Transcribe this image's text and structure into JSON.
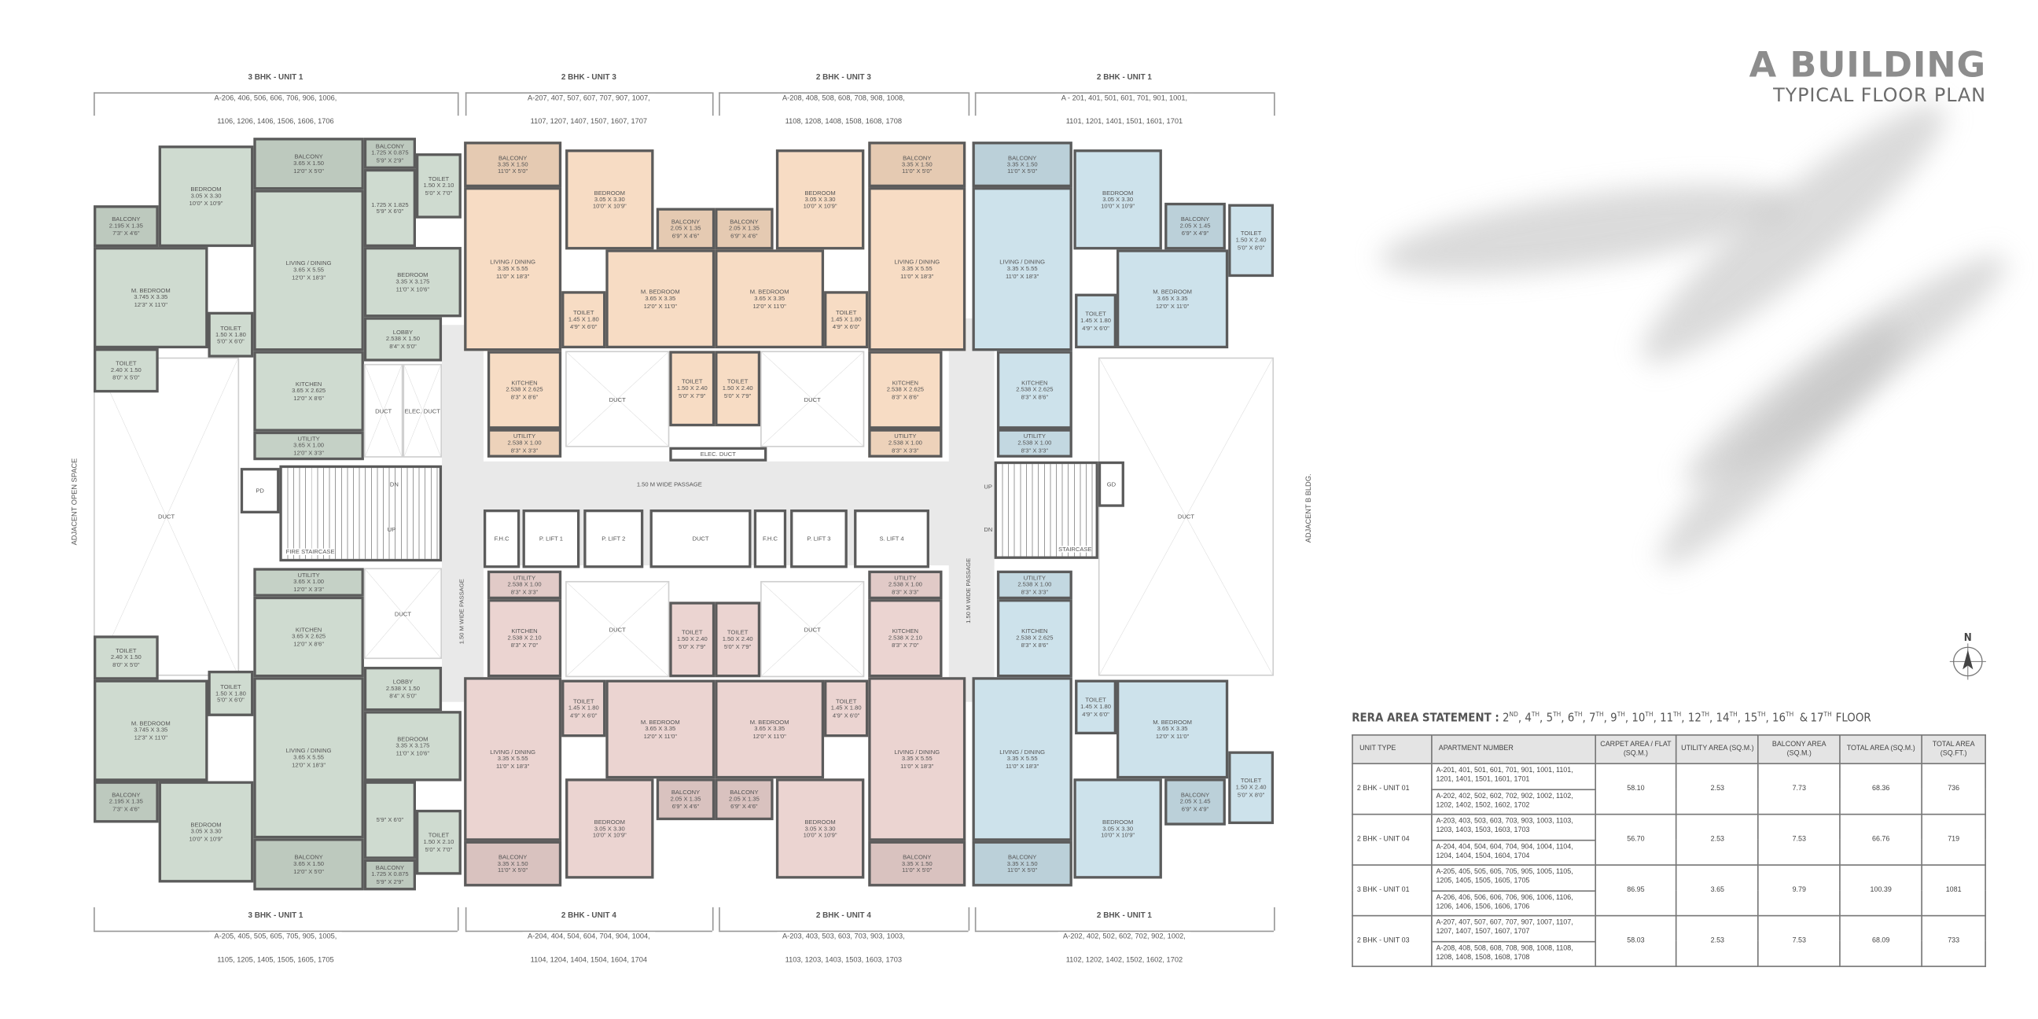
{
  "header": {
    "title": "A BUILDING",
    "subtitle": "TYPICAL FLOOR PLAN"
  },
  "colors": {
    "three_bhk_unit1": "#cfdbd0",
    "two_bhk_unit3": "#f7dcc4",
    "two_bhk_unit1": "#cde2eb",
    "two_bhk_unit4": "#ebd4d1",
    "wall": "#5b5b5b",
    "passage": "#e9e9e9"
  },
  "unit_headers": {
    "top": [
      {
        "title": "3 BHK - UNIT 1",
        "line1": "A-206, 406, 506, 606, 706, 906, 1006,",
        "line2": "1106, 1206, 1406, 1506, 1606, 1706"
      },
      {
        "title": "2 BHK - UNIT 3",
        "line1": "A-207, 407, 507, 607, 707, 907, 1007,",
        "line2": "1107, 1207, 1407, 1507, 1607, 1707"
      },
      {
        "title": "2 BHK - UNIT 3",
        "line1": "A-208, 408, 508, 608, 708, 908, 1008,",
        "line2": "1108, 1208, 1408, 1508, 1608, 1708"
      },
      {
        "title": "2 BHK - UNIT 1",
        "line1": "A - 201, 401, 501, 601, 701, 901, 1001,",
        "line2": "1101, 1201, 1401, 1501, 1601, 1701"
      }
    ],
    "bottom": [
      {
        "title": "3 BHK - UNIT 1",
        "line1": "A-205, 405, 505, 605, 705, 905, 1005,",
        "line2": "1105, 1205, 1405, 1505, 1605, 1705"
      },
      {
        "title": "2 BHK - UNIT 4",
        "line1": "A-204, 404, 504, 604, 704, 904, 1004,",
        "line2": "1104, 1204, 1404, 1504, 1604, 1704"
      },
      {
        "title": "2 BHK - UNIT 4",
        "line1": "A-203, 403, 503, 603, 703, 903, 1003,",
        "line2": "1103, 1203, 1403, 1503, 1603, 1703"
      },
      {
        "title": "2 BHK - UNIT 1",
        "line1": "A-202, 402, 502, 602, 702, 902, 1002,",
        "line2": "1102, 1202, 1402, 1502, 1602, 1702"
      }
    ]
  },
  "units": {
    "a206": [
      {
        "name": "BALCONY",
        "metric": "2.195 X 1.35",
        "imperial": "7'3\" X 4'6\""
      },
      {
        "name": "BEDROOM",
        "metric": "3.05 X 3.30",
        "imperial": "10'0\" X 10'9\""
      },
      {
        "name": "BALCONY",
        "metric": "3.65 X 1.50",
        "imperial": "12'0\" X 5'0\""
      },
      {
        "name": "BALCONY",
        "metric": "1.725 X 0.875",
        "imperial": "5'9\" X 2'9\""
      },
      {
        "name": "TOILET",
        "metric": "1.50 X 2.10",
        "imperial": "5'0\" X 7'0\""
      },
      {
        "name": "",
        "metric": "1.725 X 1.825",
        "imperial": "5'9\" X 6'0\""
      },
      {
        "name": "M. BEDROOM",
        "metric": "3.745 X 3.35",
        "imperial": "12'3\" X 11'0\""
      },
      {
        "name": "LIVING / DINING",
        "metric": "3.65 X 5.55",
        "imperial": "12'0\" X 18'3\""
      },
      {
        "name": "TOILET",
        "metric": "1.50 X 1.80",
        "imperial": "5'0\" X 6'0\""
      },
      {
        "name": "BEDROOM",
        "metric": "3.35 X 3.175",
        "imperial": "11'0\" X 10'6\""
      },
      {
        "name": "LOBBY",
        "metric": "2.538 X 1.50",
        "imperial": "8'4\" X 5'0\""
      },
      {
        "name": "TOILET",
        "metric": "2.40 X 1.50",
        "imperial": "8'0\" X 5'0\""
      },
      {
        "name": "KITCHEN",
        "metric": "3.65 X 2.625",
        "imperial": "12'0\" X 8'6\""
      },
      {
        "name": "UTILITY",
        "metric": "3.65 X 1.00",
        "imperial": "12'0\" X 3'3\""
      },
      {
        "name": "DUCT",
        "metric": "",
        "imperial": ""
      },
      {
        "name": "ELEC. DUCT",
        "metric": "",
        "imperial": ""
      }
    ],
    "a205": [
      {
        "name": "BALCONY",
        "metric": "2.195 X 1.35",
        "imperial": "7'3\" X 4'6\""
      },
      {
        "name": "BEDROOM",
        "metric": "3.05 X 3.30",
        "imperial": "10'0\" X 10'9\""
      },
      {
        "name": "BALCONY",
        "metric": "3.65 X 1.50",
        "imperial": "12'0\" X 5'0\""
      },
      {
        "name": "BALCONY",
        "metric": "1.725 X 0.875",
        "imperial": "5'9\" X 2'9\""
      },
      {
        "name": "TOILET",
        "metric": "1.50 X 2.10",
        "imperial": "5'0\" X 7'0\""
      },
      {
        "name": "",
        "metric": "",
        "imperial": "5'9\" X 6'0\""
      },
      {
        "name": "M. BEDROOM",
        "metric": "3.745 X 3.35",
        "imperial": "12'3\" X 11'0\""
      },
      {
        "name": "LIVING / DINING",
        "metric": "3.65 X 5.55",
        "imperial": "12'0\" X 18'3\""
      },
      {
        "name": "TOILET",
        "metric": "1.50 X 1.80",
        "imperial": "5'0\" X 6'0\""
      },
      {
        "name": "BEDROOM",
        "metric": "3.35 X 3.175",
        "imperial": "11'0\" X 10'6\""
      },
      {
        "name": "LOBBY",
        "metric": "2.538 X 1.50",
        "imperial": "8'4\" X 5'0\""
      },
      {
        "name": "TOILET",
        "metric": "2.40 X 1.50",
        "imperial": "8'0\" X 5'0\""
      },
      {
        "name": "KITCHEN",
        "metric": "3.65 X 2.625",
        "imperial": "12'0\" X 8'6\""
      },
      {
        "name": "UTILITY",
        "metric": "3.65 X 1.00",
        "imperial": "12'0\" X 3'3\""
      },
      {
        "name": "DUCT",
        "metric": "",
        "imperial": ""
      }
    ],
    "a207": [
      {
        "name": "BALCONY",
        "metric": "3.35 X 1.50",
        "imperial": "11'0\" X 5'0\""
      },
      {
        "name": "LIVING / DINING",
        "metric": "3.35 X 5.55",
        "imperial": "11'0\" X 18'3\""
      },
      {
        "name": "BEDROOM",
        "metric": "3.05 X 3.30",
        "imperial": "10'0\" X 10'9\""
      },
      {
        "name": "BALCONY",
        "metric": "2.05 X 1.35",
        "imperial": "6'9\" X 4'6\""
      },
      {
        "name": "M. BEDROOM",
        "metric": "3.65 X 3.35",
        "imperial": "12'0\" X 11'0\""
      },
      {
        "name": "TOILET",
        "metric": "1.45 X 1.80",
        "imperial": "4'9\" X 6'0\""
      },
      {
        "name": "KITCHEN",
        "metric": "2.538 X 2.625",
        "imperial": "8'3\" X 8'6\""
      },
      {
        "name": "UTILITY",
        "metric": "2.538 X 1.00",
        "imperial": "8'3\" X 3'3\""
      },
      {
        "name": "DUCT",
        "metric": "",
        "imperial": ""
      },
      {
        "name": "TOILET",
        "metric": "1.50 X 2.40",
        "imperial": "5'0\" X 7'9\""
      }
    ],
    "a208": [
      {
        "name": "BALCONY",
        "metric": "3.35 X 1.50",
        "imperial": "11'0\" X 5'0\""
      },
      {
        "name": "LIVING / DINING",
        "metric": "3.35 X 5.55",
        "imperial": "11'0\" X 18'3\""
      },
      {
        "name": "BEDROOM",
        "metric": "3.05 X 3.30",
        "imperial": "10'0\" X 10'9\""
      },
      {
        "name": "BALCONY",
        "metric": "2.05 X 1.35",
        "imperial": "6'9\" X 4'6\""
      },
      {
        "name": "M. BEDROOM",
        "metric": "3.65 X 3.35",
        "imperial": "12'0\" X 11'0\""
      },
      {
        "name": "TOILET",
        "metric": "1.45 X 1.80",
        "imperial": "4'9\" X 6'0\""
      },
      {
        "name": "KITCHEN",
        "metric": "2.538 X 2.625",
        "imperial": "8'3\" X 8'6\""
      },
      {
        "name": "UTILITY",
        "metric": "2.538 X 1.00",
        "imperial": "8'3\" X 3'3\""
      },
      {
        "name": "DUCT",
        "metric": "",
        "imperial": ""
      },
      {
        "name": "TOILET",
        "metric": "1.50 X 2.40",
        "imperial": "5'0\" X 7'9\""
      }
    ],
    "a204": [
      {
        "name": "BALCONY",
        "metric": "3.35 X 1.50",
        "imperial": "11'0\" X 5'0\""
      },
      {
        "name": "LIVING / DINING",
        "metric": "3.35 X 5.55",
        "imperial": "11'0\" X 18'3\""
      },
      {
        "name": "BEDROOM",
        "metric": "3.05 X 3.30",
        "imperial": "10'0\" X 10'9\""
      },
      {
        "name": "BALCONY",
        "metric": "2.05 X 1.35",
        "imperial": "6'9\" X 4'6\""
      },
      {
        "name": "M. BEDROOM",
        "metric": "3.65 X 3.35",
        "imperial": "12'0\" X 11'0\""
      },
      {
        "name": "TOILET",
        "metric": "1.45 X 1.80",
        "imperial": "4'9\" X 6'0\""
      },
      {
        "name": "KITCHEN",
        "metric": "2.538 X 2.10",
        "imperial": "8'3\" X 7'0\""
      },
      {
        "name": "UTILITY",
        "metric": "2.538 X 1.00",
        "imperial": "8'3\" X 3'3\""
      },
      {
        "name": "DUCT",
        "metric": "",
        "imperial": ""
      },
      {
        "name": "TOILET",
        "metric": "1.50 X 2.40",
        "imperial": "5'0\" X 7'9\""
      }
    ],
    "a203": [
      {
        "name": "BALCONY",
        "metric": "3.35 X 1.50",
        "imperial": "11'0\" X 5'0\""
      },
      {
        "name": "LIVING / DINING",
        "metric": "3.35 X 5.55",
        "imperial": "11'0\" X 18'3\""
      },
      {
        "name": "BEDROOM",
        "metric": "3.05 X 3.30",
        "imperial": "10'0\" X 10'9\""
      },
      {
        "name": "BALCONY",
        "metric": "2.05 X 1.35",
        "imperial": "6'9\" X 4'6\""
      },
      {
        "name": "M. BEDROOM",
        "metric": "3.65 X 3.35",
        "imperial": "12'0\" X 11'0\""
      },
      {
        "name": "TOILET",
        "metric": "1.45 X 1.80",
        "imperial": "4'9\" X 6'0\""
      },
      {
        "name": "KITCHEN",
        "metric": "2.538 X 2.10",
        "imperial": "8'3\" X 7'0\""
      },
      {
        "name": "UTILITY",
        "metric": "2.538 X 1.00",
        "imperial": "8'3\" X 3'3\""
      },
      {
        "name": "DUCT",
        "metric": "",
        "imperial": ""
      },
      {
        "name": "TOILET",
        "metric": "1.50 X 2.40",
        "imperial": "5'0\" X 7'9\""
      }
    ],
    "a201": [
      {
        "name": "BALCONY",
        "metric": "3.35 X 1.50",
        "imperial": "11'0\" X 5'0\""
      },
      {
        "name": "LIVING / DINING",
        "metric": "3.35 X 5.55",
        "imperial": "11'0\" X 18'3\""
      },
      {
        "name": "BEDROOM",
        "metric": "3.05 X 3.30",
        "imperial": "10'0\" X 10'9\""
      },
      {
        "name": "BALCONY",
        "metric": "2.05 X 1.45",
        "imperial": "6'9\" X 4'9\""
      },
      {
        "name": "TOILET",
        "metric": "1.50 X 2.40",
        "imperial": "5'0\" X 8'0\""
      },
      {
        "name": "M. BEDROOM",
        "metric": "3.65 X 3.35",
        "imperial": "12'0\" X 11'0\""
      },
      {
        "name": "TOILET",
        "metric": "1.45 X 1.80",
        "imperial": "4'9\" X 6'0\""
      },
      {
        "name": "KITCHEN",
        "metric": "2.538 X 2.625",
        "imperial": "8'3\" X 8'6\""
      },
      {
        "name": "UTILITY",
        "metric": "2.538 X 1.00",
        "imperial": "8'3\" X 3'3\""
      }
    ],
    "a202": [
      {
        "name": "BALCONY",
        "metric": "3.35 X 1.50",
        "imperial": "11'0\" X 5'0\""
      },
      {
        "name": "LIVING / DINING",
        "metric": "3.35 X 5.55",
        "imperial": "11'0\" X 18'3\""
      },
      {
        "name": "BEDROOM",
        "metric": "3.05 X 3.30",
        "imperial": "10'0\" X 10'9\""
      },
      {
        "name": "BALCONY",
        "metric": "2.05 X 1.45",
        "imperial": "6'9\" X 4'9\""
      },
      {
        "name": "TOILET",
        "metric": "1.50 X 2.40",
        "imperial": "5'0\" X 8'0\""
      },
      {
        "name": "M. BEDROOM",
        "metric": "3.65 X 3.35",
        "imperial": "12'0\" X 11'0\""
      },
      {
        "name": "TOILET",
        "metric": "1.45 X 1.80",
        "imperial": "4'9\" X 6'0\""
      },
      {
        "name": "KITCHEN",
        "metric": "2.538 X 2.625",
        "imperial": "8'3\" X 8'6\""
      },
      {
        "name": "UTILITY",
        "metric": "2.538 X 1.00",
        "imperial": "8'3\" X 3'3\""
      }
    ]
  },
  "core": {
    "passage_label": "1.50 M WIDE PASSAGE",
    "pd": "PD",
    "gd": "GD",
    "fire_staircase": "FIRE STAIRCASE",
    "staircase": "STAIRCASE",
    "up": "UP",
    "dn": "DN",
    "elec_duct": "ELEC. DUCT",
    "duct": "DUCT",
    "fhc": "F.H.C",
    "lifts": [
      "P. LIFT 1",
      "P. LIFT 2",
      "P. LIFT 3",
      "S. LIFT 4"
    ]
  },
  "site": {
    "left": "ADJACENT OPEN SPACE",
    "right": "ADJACENT B BLDG.",
    "north": "N"
  },
  "rera": {
    "title_bold": "RERA AREA STATEMENT :",
    "floors": [
      {
        "n": "2",
        "s": "ND"
      },
      {
        "n": "4",
        "s": "TH"
      },
      {
        "n": "5",
        "s": "TH"
      },
      {
        "n": "6",
        "s": "TH"
      },
      {
        "n": "7",
        "s": "TH"
      },
      {
        "n": "9",
        "s": "TH"
      },
      {
        "n": "10",
        "s": "TH"
      },
      {
        "n": "11",
        "s": "TH"
      },
      {
        "n": "12",
        "s": "TH"
      },
      {
        "n": "14",
        "s": "TH"
      },
      {
        "n": "15",
        "s": "TH"
      },
      {
        "n": "16",
        "s": "TH"
      },
      {
        "n": "17",
        "s": "TH"
      }
    ],
    "title_suffix": "FLOOR",
    "title_and": "&",
    "columns": [
      "UNIT TYPE",
      "APARTMENT NUMBER",
      "CARPET AREA / FLAT (SQ.M.)",
      "UTILITY AREA (SQ.M.)",
      "BALCONY AREA (SQ.M.)",
      "TOTAL AREA (SQ.M.)",
      "TOTAL AREA (SQ.FT.)"
    ],
    "rows": [
      {
        "unit_type": "2 BHK - UNIT 01",
        "apartments": [
          "A-201, 401, 501, 601, 701, 901, 1001, 1101, 1201, 1401, 1501, 1601, 1701",
          "A-202, 402, 502, 602, 702, 902, 1002, 1102, 1202, 1402, 1502, 1602, 1702"
        ],
        "carpet": "58.10",
        "utility": "2.53",
        "balcony": "7.73",
        "total_sqm": "68.36",
        "total_sqft": "736"
      },
      {
        "unit_type": "2 BHK - UNIT 04",
        "apartments": [
          "A-203, 403, 503, 603, 703, 903, 1003, 1103, 1203, 1403, 1503, 1603, 1703",
          "A-204, 404, 504, 604, 704, 904, 1004, 1104, 1204, 1404, 1504, 1604, 1704"
        ],
        "carpet": "56.70",
        "utility": "2.53",
        "balcony": "7.53",
        "total_sqm": "66.76",
        "total_sqft": "719"
      },
      {
        "unit_type": "3 BHK - UNIT 01",
        "apartments": [
          "A-205, 405, 505, 605, 705, 905, 1005, 1105, 1205, 1405, 1505, 1605, 1705",
          "A-206, 406, 506, 606, 706, 906, 1006, 1106, 1206, 1406, 1506, 1606, 1706"
        ],
        "carpet": "86.95",
        "utility": "3.65",
        "balcony": "9.79",
        "total_sqm": "100.39",
        "total_sqft": "1081"
      },
      {
        "unit_type": "2 BHK - UNIT 03",
        "apartments": [
          "A-207, 407, 507, 607, 707, 907, 1007, 1107, 1207, 1407, 1507, 1607, 1707",
          "A-208, 408, 508, 608, 708, 908, 1008, 1108, 1208, 1408, 1508, 1608, 1708"
        ],
        "carpet": "58.03",
        "utility": "2.53",
        "balcony": "7.53",
        "total_sqm": "68.09",
        "total_sqft": "733"
      }
    ]
  }
}
